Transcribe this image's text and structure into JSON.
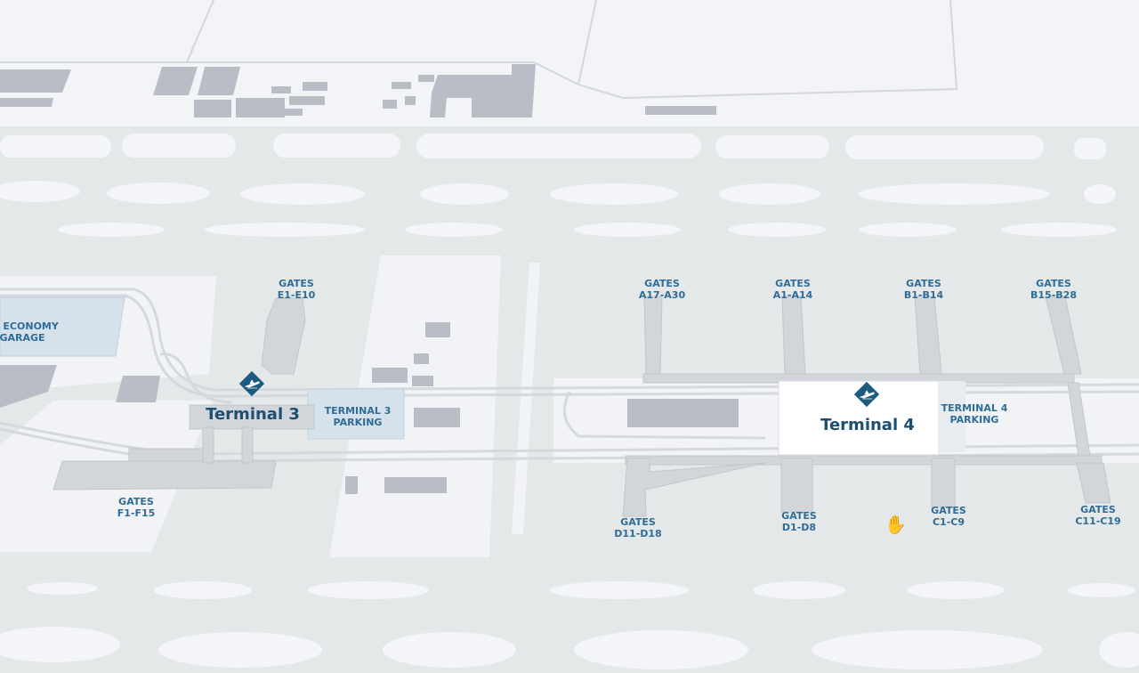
{
  "map": {
    "colors": {
      "label": "#2f6c97",
      "terminal_label": "#1d4f72",
      "pin": "#1d5a82",
      "building": "#b9bec6",
      "concourse": "#d2d6db",
      "parking": "#d5e2eb",
      "ground": "#e4e8e9",
      "paved": "#f3f5f8"
    },
    "terminals": [
      {
        "name": "Terminal 3",
        "icon": "airplane-departure-icon"
      },
      {
        "name": "Terminal 4",
        "icon": "airplane-departure-icon"
      }
    ],
    "parking": [
      {
        "line1": "ST ECONOMY",
        "line2": "GARAGE"
      },
      {
        "line1": "TERMINAL 3",
        "line2": "PARKING"
      },
      {
        "line1": "TERMINAL 4",
        "line2": "PARKING"
      }
    ],
    "gates": [
      {
        "line1": "GATES",
        "line2": "E1-E10"
      },
      {
        "line1": "GATES",
        "line2": "F1-F15"
      },
      {
        "line1": "GATES",
        "line2": "A17-A30"
      },
      {
        "line1": "GATES",
        "line2": "A1-A14"
      },
      {
        "line1": "GATES",
        "line2": "B1-B14"
      },
      {
        "line1": "GATES",
        "line2": "B15-B28"
      },
      {
        "line1": "GATES",
        "line2": "D11-D18"
      },
      {
        "line1": "GATES",
        "line2": "D1-D8"
      },
      {
        "line1": "GATES",
        "line2": "C1-C9"
      },
      {
        "line1": "GATES",
        "line2": "C11-C19"
      }
    ],
    "cursor": "hand-cursor-icon"
  }
}
